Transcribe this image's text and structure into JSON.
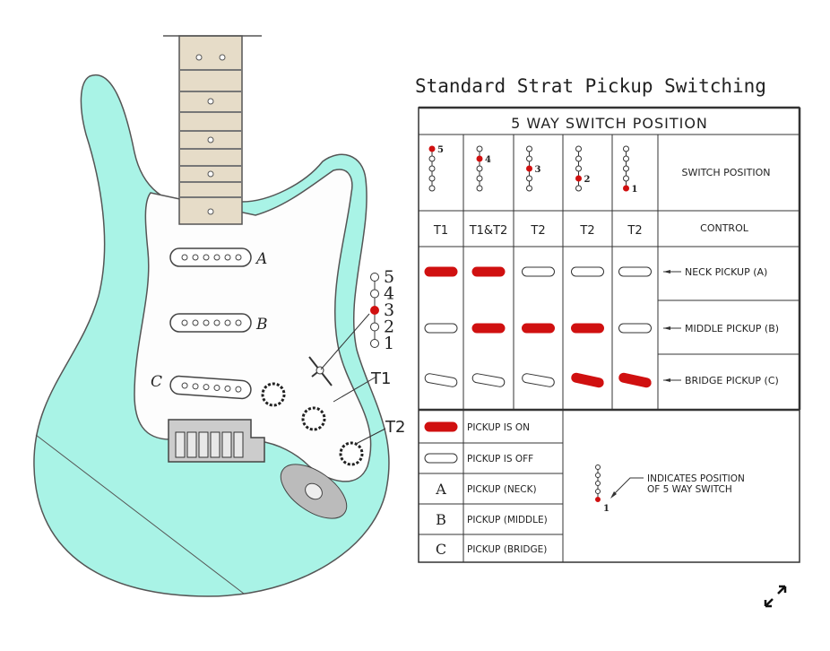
{
  "title": "Standard Strat Pickup Switching",
  "table": {
    "header": "5 WAY SWITCH POSITION",
    "columns": [
      {
        "position": 5,
        "position_label": "5",
        "control": "T1"
      },
      {
        "position": 4,
        "position_label": "4",
        "control": "T1&T2"
      },
      {
        "position": 3,
        "position_label": "3",
        "control": "T2"
      },
      {
        "position": 2,
        "position_label": "2",
        "control": "T2"
      },
      {
        "position": 1,
        "position_label": "1",
        "control": "T2"
      }
    ],
    "switch_position_label": "SWITCH POSITION",
    "control_label": "CONTROL",
    "pickup_rows": [
      {
        "label": "NECK PICKUP (A)",
        "states": [
          "on",
          "on",
          "off",
          "off",
          "off"
        ],
        "slanted": false
      },
      {
        "label": "MIDDLE PICKUP (B)",
        "states": [
          "off",
          "on",
          "on",
          "on",
          "off"
        ],
        "slanted": false
      },
      {
        "label": "BRIDGE PICKUP (C)",
        "states": [
          "off",
          "off",
          "off",
          "on",
          "on"
        ],
        "slanted": true
      }
    ]
  },
  "legend": {
    "items": [
      {
        "symbol": "on",
        "text": "PICKUP IS ON"
      },
      {
        "symbol": "off",
        "text": "PICKUP IS OFF"
      },
      {
        "symbol": "A",
        "text": "PICKUP (NECK)"
      },
      {
        "symbol": "B",
        "text": "PICKUP (MIDDLE)"
      },
      {
        "symbol": "C",
        "text": "PICKUP (BRIDGE)"
      }
    ],
    "indicator_number": "1",
    "indicator_line1": "INDICATES POSITION",
    "indicator_line2": "OF 5 WAY SWITCH"
  },
  "guitar": {
    "pickup_labels": [
      "A",
      "B",
      "C"
    ],
    "switch_numbers": [
      "5",
      "4",
      "3",
      "2",
      "1"
    ],
    "switch_selected": 3,
    "knob_labels": [
      "T1",
      "T2"
    ]
  },
  "colors": {
    "body": "#a9f3e6",
    "on": "#d01010",
    "line": "#333333",
    "fretboard": "#e6dcc8"
  },
  "expand_icon": "expand-icon"
}
